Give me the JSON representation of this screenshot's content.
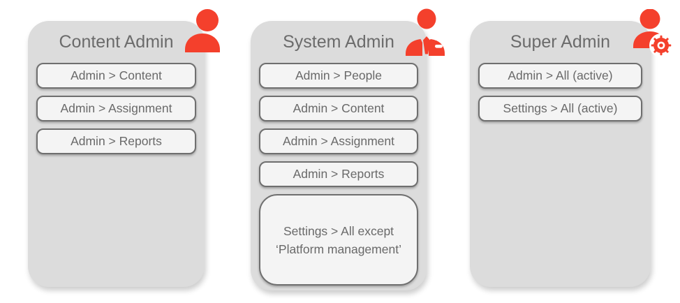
{
  "colors": {
    "accent": "#f4402c",
    "card_bg": "#dcdcdc",
    "item_bg": "#f4f4f4",
    "item_border": "#6f6f6f",
    "title_text": "#6b6b6b",
    "item_text": "#696969"
  },
  "cards": [
    {
      "title": "Content Admin",
      "icon": "person-icon",
      "items": [
        "Admin > Content",
        "Admin > Assignment",
        "Admin > Reports"
      ]
    },
    {
      "title": "System Admin",
      "icon": "person-tie-icon",
      "items": [
        "Admin > People",
        "Admin > Content",
        "Admin > Assignment",
        "Admin > Reports"
      ],
      "big_item": {
        "line1": "Settings > All except",
        "line2": "‘Platform management’"
      }
    },
    {
      "title": "Super Admin",
      "icon": "person-gear-icon",
      "items": [
        "Admin > All (active)",
        "Settings > All (active)"
      ]
    }
  ]
}
